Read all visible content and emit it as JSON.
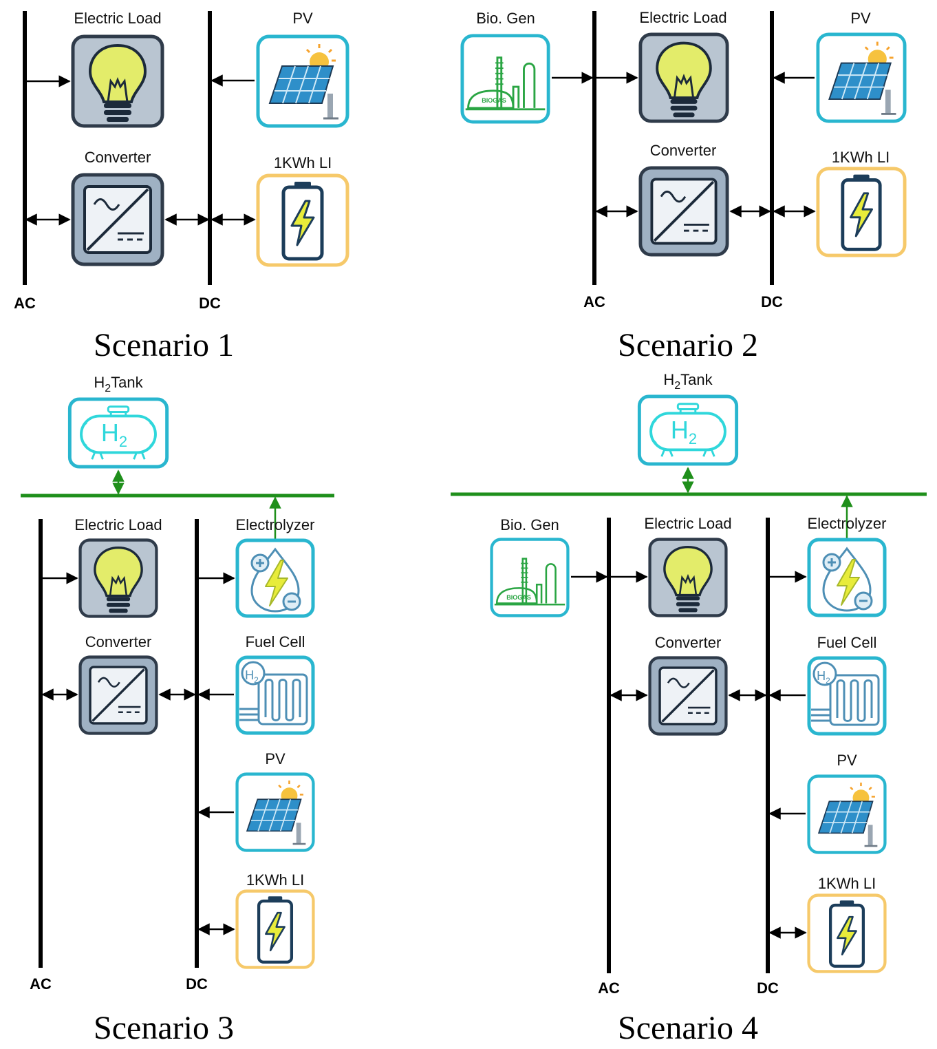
{
  "labels": {
    "ac": "AC",
    "dc": "DC",
    "electric_load": "Electric Load",
    "converter": "Converter",
    "pv": "PV",
    "battery": "1KWh LI",
    "bio_gen": "Bio. Gen",
    "h2_tank_prefix": "H",
    "h2_tank_sub": "2",
    "h2_tank_suffix": "Tank",
    "electrolyzer": "Electrolyzer",
    "fuel_cell": "Fuel Cell",
    "biogas_text": "BIOGAS",
    "h2_symbol": "H",
    "h2_symbol_sub": "2"
  },
  "scenarios": [
    {
      "caption": "Scenario 1"
    },
    {
      "caption": "Scenario 2"
    },
    {
      "caption": "Scenario 3"
    },
    {
      "caption": "Scenario 4"
    }
  ],
  "colors": {
    "bus_line": "#000000",
    "hydrogen_line": "#1f8f1b",
    "load_box_fill": "#b9c5d1",
    "load_box_stroke": "#2f3b4a",
    "converter_box_fill": "#9fb1c3",
    "pv_box_stroke": "#29b6cf",
    "battery_box_stroke": "#f6c96a",
    "tank_box_stroke": "#29b6cf",
    "bulb_fill": "#e3ec6a",
    "biogas_green": "#2aa543"
  }
}
